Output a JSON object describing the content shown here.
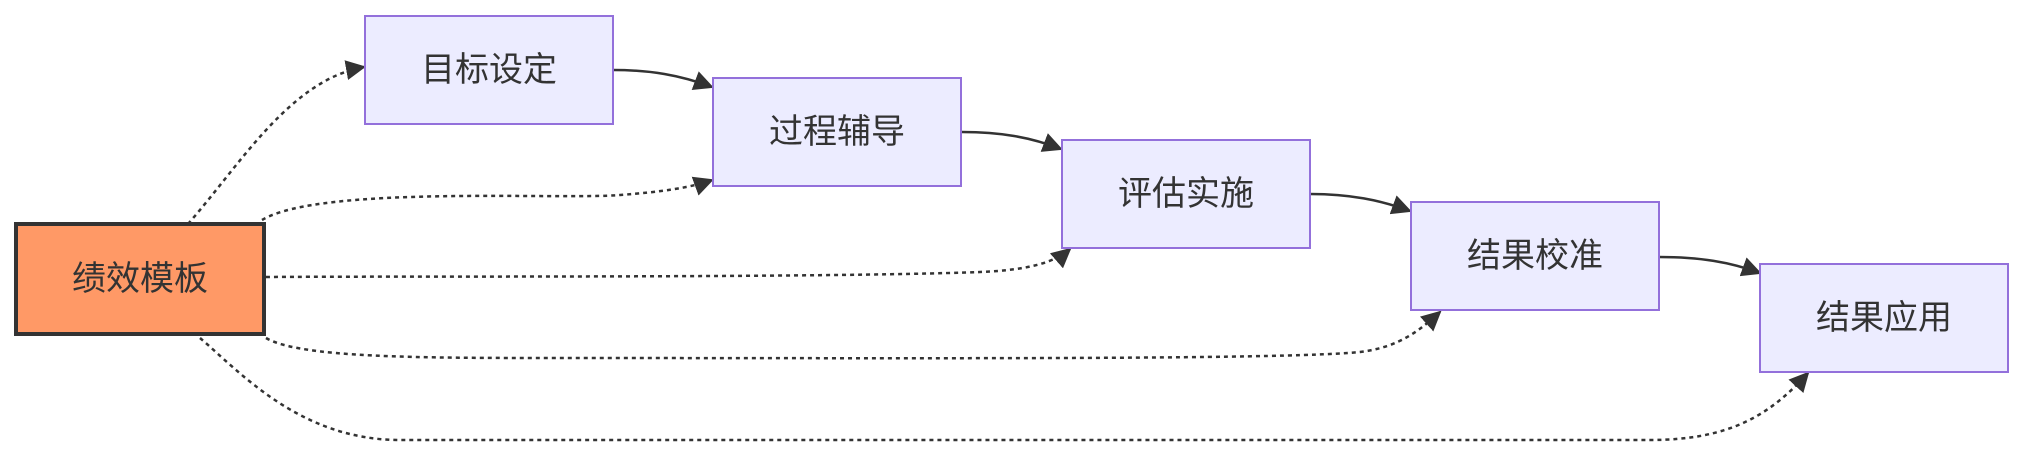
{
  "diagram": {
    "source": {
      "id": "perf-template",
      "label": "绩效模板"
    },
    "steps": [
      {
        "id": "goal-setting",
        "label": "目标设定"
      },
      {
        "id": "process-coaching",
        "label": "过程辅导"
      },
      {
        "id": "evaluation",
        "label": "评估实施"
      },
      {
        "id": "calibration",
        "label": "结果校准"
      },
      {
        "id": "application",
        "label": "结果应用"
      }
    ],
    "edges": [
      {
        "from": "perf-template",
        "to": "goal-setting",
        "style": "dashed"
      },
      {
        "from": "perf-template",
        "to": "process-coaching",
        "style": "dashed"
      },
      {
        "from": "perf-template",
        "to": "evaluation",
        "style": "dashed"
      },
      {
        "from": "perf-template",
        "to": "calibration",
        "style": "dashed"
      },
      {
        "from": "perf-template",
        "to": "application",
        "style": "dashed"
      },
      {
        "from": "goal-setting",
        "to": "process-coaching",
        "style": "solid"
      },
      {
        "from": "process-coaching",
        "to": "evaluation",
        "style": "solid"
      },
      {
        "from": "evaluation",
        "to": "calibration",
        "style": "solid"
      },
      {
        "from": "calibration",
        "to": "application",
        "style": "solid"
      }
    ]
  },
  "colors": {
    "node_fill": "#ececff",
    "node_border": "#9370db",
    "source_fill": "#ff9966",
    "source_border": "#333333",
    "edge": "#333333",
    "text": "#333333"
  }
}
